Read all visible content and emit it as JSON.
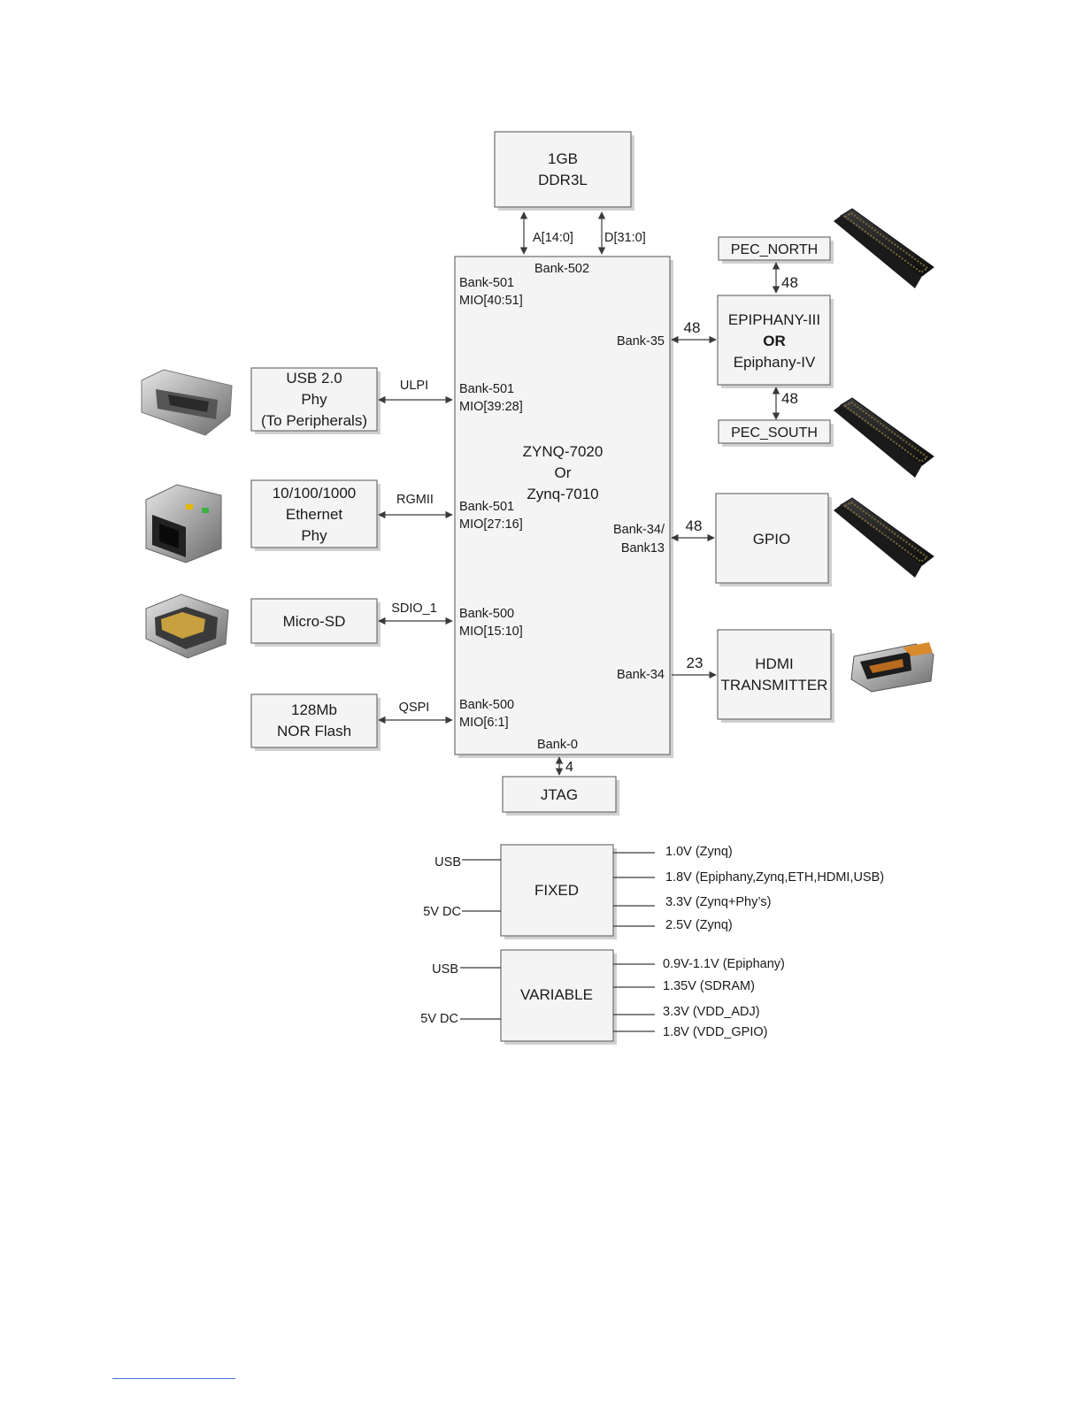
{
  "ddr": {
    "line1": "1GB",
    "line2": "DDR3L",
    "addr": "A[14:0]",
    "data": "D[31:0]"
  },
  "zynq": {
    "title1": "ZYNQ-7020",
    "title2": "Or",
    "title3": "Zynq-7010",
    "bank502": "Bank-502",
    "bank501_top": "Bank-501",
    "mio_top": "MIO[40:51]",
    "bank501_usb": "Bank-501",
    "mio_usb": "MIO[39:28]",
    "bank501_eth": "Bank-501",
    "mio_eth": "MIO[27:16]",
    "bank500_sd": "Bank-500",
    "mio_sd": "MIO[15:10]",
    "bank500_qspi": "Bank-500",
    "mio_qspi": "MIO[6:1]",
    "bank0": "Bank-0",
    "bank35": "Bank-35",
    "bank34_13_a": "Bank-34/",
    "bank34_13_b": "Bank13",
    "bank34": "Bank-34"
  },
  "left": {
    "usb": {
      "line1": "USB 2.0",
      "line2": "Phy",
      "line3": "(To Peripherals)",
      "bus": "ULPI"
    },
    "eth": {
      "line1": "10/100/1000",
      "line2": "Ethernet",
      "line3": "Phy",
      "bus": "RGMII"
    },
    "sd": {
      "label": "Micro-SD",
      "bus": "SDIO_1"
    },
    "nor": {
      "line1": "128Mb",
      "line2": "NOR Flash",
      "bus": "QSPI"
    }
  },
  "right": {
    "pec_north": "PEC_NORTH",
    "pec_south": "PEC_SOUTH",
    "epiphany": {
      "line1": "EPIPHANY-III",
      "line2": "OR",
      "line3": "Epiphany-IV"
    },
    "epi_count": "48",
    "north_count": "48",
    "south_count": "48",
    "gpio": "GPIO",
    "gpio_count": "48",
    "hdmi": {
      "line1": "HDMI",
      "line2": "TRANSMITTER"
    },
    "hdmi_count": "23"
  },
  "jtag": {
    "label": "JTAG",
    "count": "4"
  },
  "power_fixed": {
    "label": "FIXED",
    "in1": "USB",
    "in2": "5V DC",
    "outputs": [
      "1.0V (Zynq)",
      "1.8V (Epiphany,Zynq,ETH,HDMI,USB)",
      "3.3V (Zynq+Phy’s)",
      "2.5V (Zynq)"
    ]
  },
  "power_variable": {
    "label": "VARIABLE",
    "in1": "USB",
    "in2": "5V DC",
    "outputs": [
      "0.9V-1.1V (Epiphany)",
      "1.35V (SDRAM)",
      "3.3V (VDD_ADJ)",
      "1.8V (VDD_GPIO)"
    ]
  },
  "colors": {
    "box_fill": "#f4f4f4",
    "box_stroke": "#6e6e6e",
    "line": "#3a3a3a"
  }
}
